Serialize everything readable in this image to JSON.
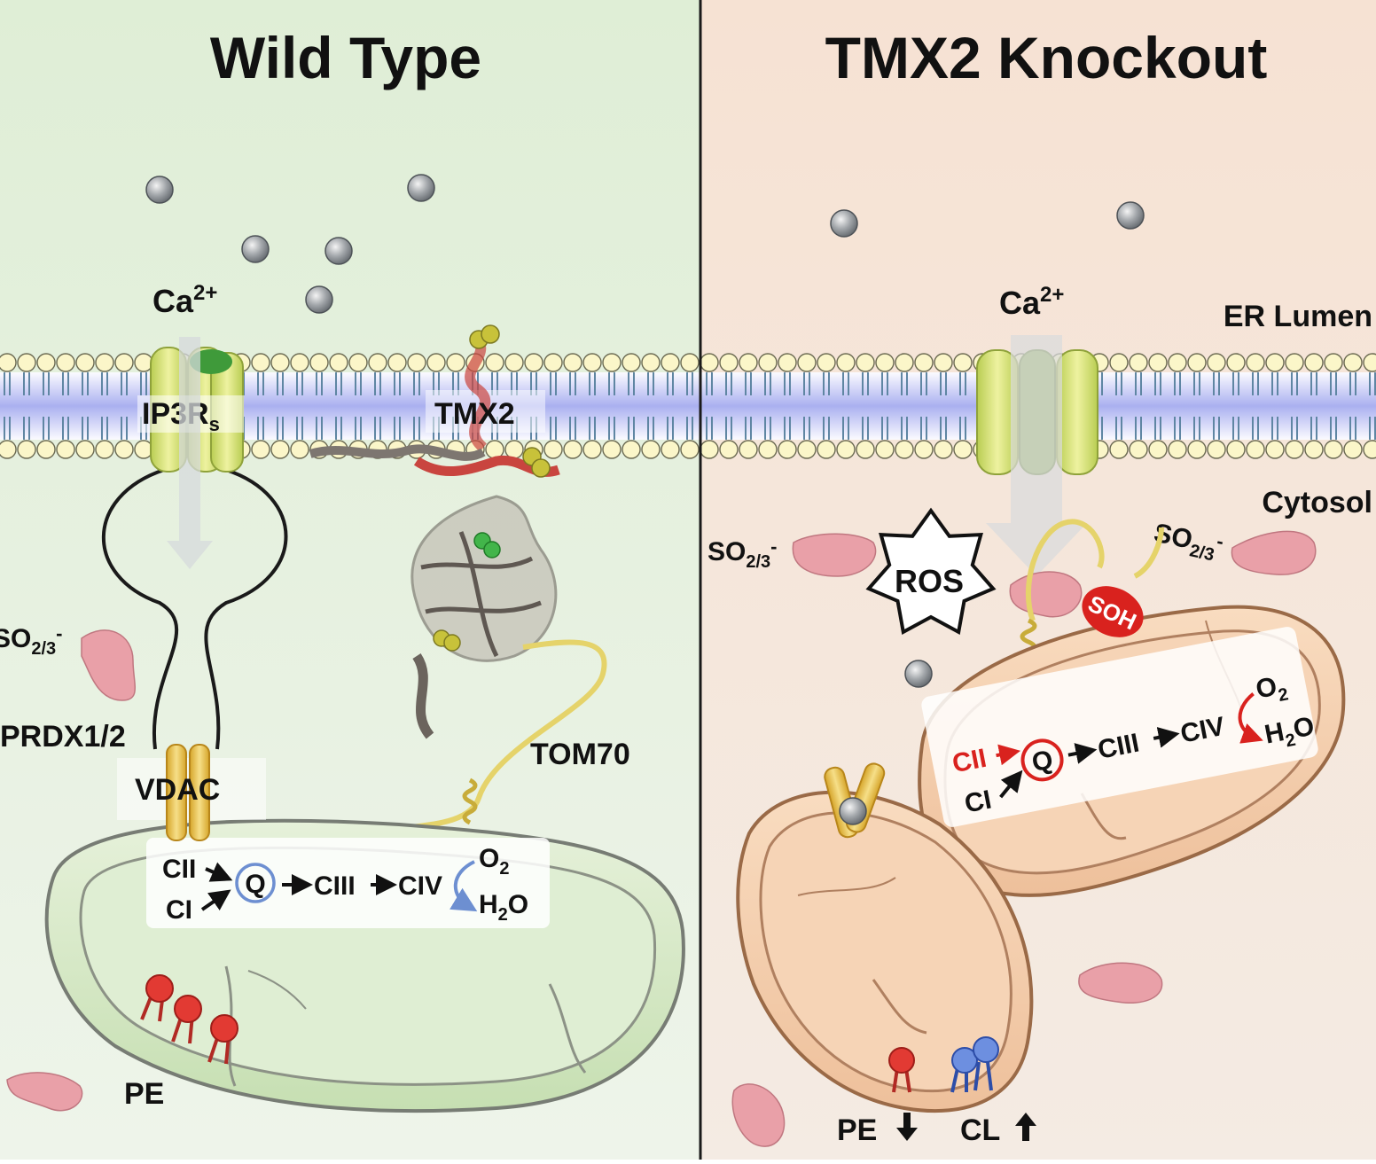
{
  "panels": {
    "left": {
      "title": "Wild Type",
      "labels": {
        "ca": "Ca",
        "ca_sup": "2+",
        "ip3r": "IP3R",
        "ip3r_sub": "s",
        "tmx2": "TMX2",
        "so": "SO",
        "so_sub": "2/3",
        "so_sup": "-",
        "prdx": "PRDX1/2",
        "vdac": "VDAC",
        "tom70": "TOM70",
        "pe": "PE"
      },
      "etc": {
        "cii": "CII",
        "ci": "CI",
        "q": "Q",
        "ciii": "CIII",
        "civ": "CIV",
        "o2": "O",
        "o2_sub": "2",
        "h2o_h": "H",
        "h2o_sub": "2",
        "h2o_o": "O"
      }
    },
    "right": {
      "title": "TMX2 Knockout",
      "labels": {
        "ca": "Ca",
        "ca_sup": "2+",
        "er_lumen": "ER Lumen",
        "cytosol": "Cytosol",
        "so": "SO",
        "so_sub": "2/3",
        "so_sup": "-",
        "ros": "ROS",
        "soh": "SOH",
        "pe": "PE",
        "cl": "CL"
      },
      "etc": {
        "cii": "CII",
        "ci": "CI",
        "q": "Q",
        "ciii": "CIII",
        "civ": "CIV",
        "o2": "O",
        "o2_sub": "2",
        "h2o_h": "H",
        "h2o_sub": "2",
        "h2o_o": "O"
      }
    }
  },
  "colors": {
    "left_background": "#e3eedb",
    "right_background": "#f5e1d2",
    "membrane_lipid": "#fbf6c9",
    "membrane_core": "#b9bdf0",
    "mito_left": "#d5e7c4",
    "mito_right": "#f3cfae",
    "channel": "#d9e37a",
    "ca_ion": "#9aa0a6",
    "so_protein": "#e9a0a8",
    "red_accent": "#d9221e",
    "blue_accent": "#6d8fd1",
    "headgroup_red": "#e23a33",
    "headgroup_blue": "#6d8fe0"
  }
}
